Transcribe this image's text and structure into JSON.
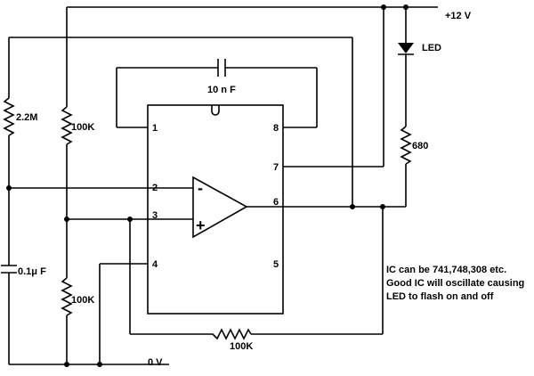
{
  "labels": {
    "supply": "+12 V",
    "ground": "0 V",
    "led": "LED",
    "r_led": "680",
    "cap_top": "10 n F",
    "r_22m": "2.2M",
    "r_100k_top": "100K",
    "r_100k_bottom": "100K",
    "r_feedback": "100K",
    "cap_left": "0.1μ F",
    "minus": "-",
    "plus": "+"
  },
  "pins": [
    "1",
    "2",
    "3",
    "4",
    "5",
    "6",
    "7",
    "8"
  ],
  "note": [
    "IC can be 741,748,308 etc.",
    "Good IC will oscillate causing",
    "LED to flash on and off"
  ]
}
